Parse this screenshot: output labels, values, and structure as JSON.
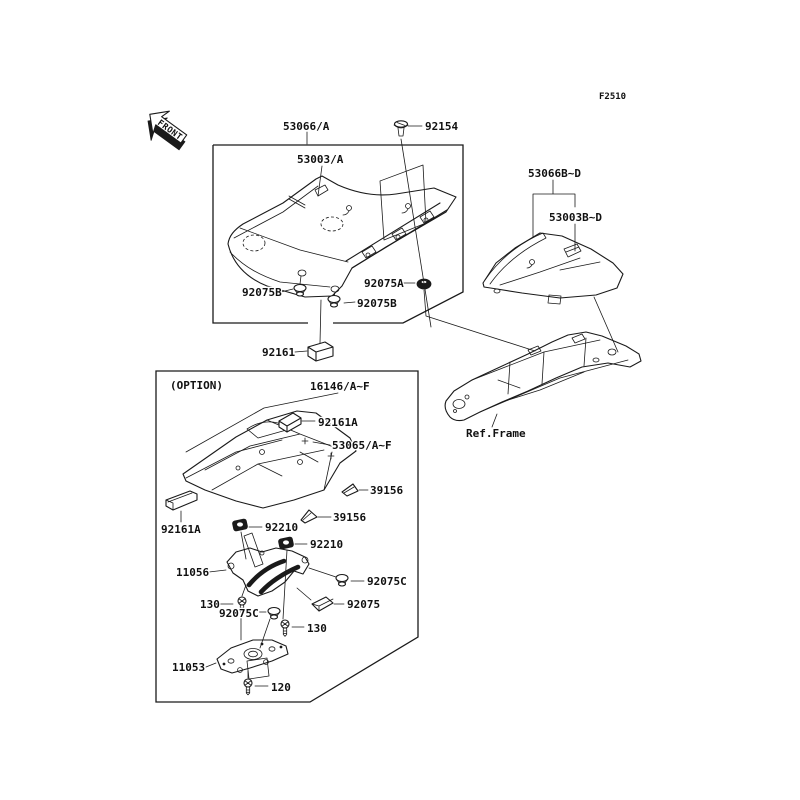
{
  "page": {
    "fiche_code": "F2510",
    "direction_marker": "FRONT",
    "option_tag": "(OPTION)",
    "ref_frame": "Ref.Frame"
  },
  "colors": {
    "background": "#ffffff",
    "line": "#1a1a1a"
  },
  "labels": {
    "l53066A": "53066/A",
    "l53003A": "53003/A",
    "l92154": "92154",
    "l92075B_1": "92075B",
    "l92075A": "92075A",
    "l92075B_2": "92075B",
    "l92161": "92161",
    "l53066BD": "53066B~D",
    "l53003BD": "53003B~D",
    "l16146AF": "16146/A~F",
    "l92161A_top": "92161A",
    "l53065AF": "53065/A~F",
    "l39156_1": "39156",
    "l39156_2": "39156",
    "l92161A_left": "92161A",
    "l92210_1": "92210",
    "l92210_2": "92210",
    "l11056": "11056",
    "l92075C_right": "92075C",
    "l130_left": "130",
    "l92075C_left": "92075C",
    "l92075": "92075",
    "l130_right": "130",
    "l11053": "11053",
    "l120": "120"
  }
}
